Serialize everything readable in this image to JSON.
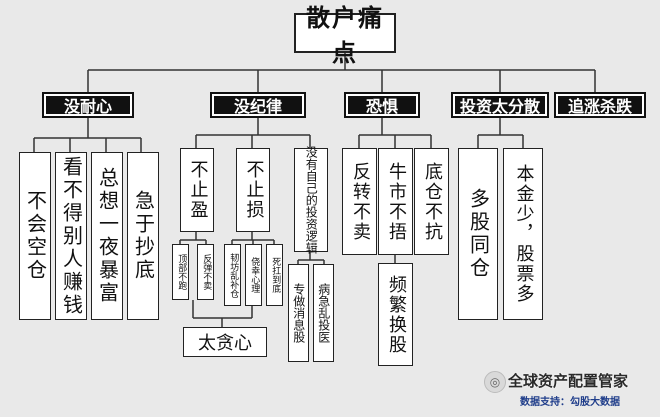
{
  "title": "散户痛点",
  "categories": {
    "no_patience": "没耐心",
    "no_discipline": "没纪律",
    "fear": "恐惧",
    "too_scattered": "投资太分散",
    "chasing": "追涨杀跌"
  },
  "no_patience_items": [
    "不会空仓",
    "看不得别人赚钱",
    "总想一夜暴富",
    "急于抄底"
  ],
  "no_discipline_items": {
    "no_take_profit": "不止盈",
    "no_stop_loss": "不止损",
    "no_logic": "没有自己的投资逻辑",
    "no_take_profit_sub": [
      "顶部不跑",
      "反弹不卖"
    ],
    "no_stop_loss_sub": [
      "韧坊乱补仓",
      "侥幸心理",
      "死扛到底"
    ],
    "no_logic_sub": [
      "专做消息股",
      "病急乱投医"
    ],
    "greed": "太贪心"
  },
  "fear_items": {
    "reverse_no_sell": "反转不卖",
    "bull_no_hold": "牛市不捂",
    "bottom_no_hold": "底仓不抗",
    "frequent_swap": "频繁换股"
  },
  "scattered_items": [
    "多股同仓",
    "本金少，股票多"
  ],
  "watermark": {
    "logo_icon": "wechat-icon",
    "name": "全球资产配置管家",
    "source": "数据支持：勾股大数据"
  }
}
